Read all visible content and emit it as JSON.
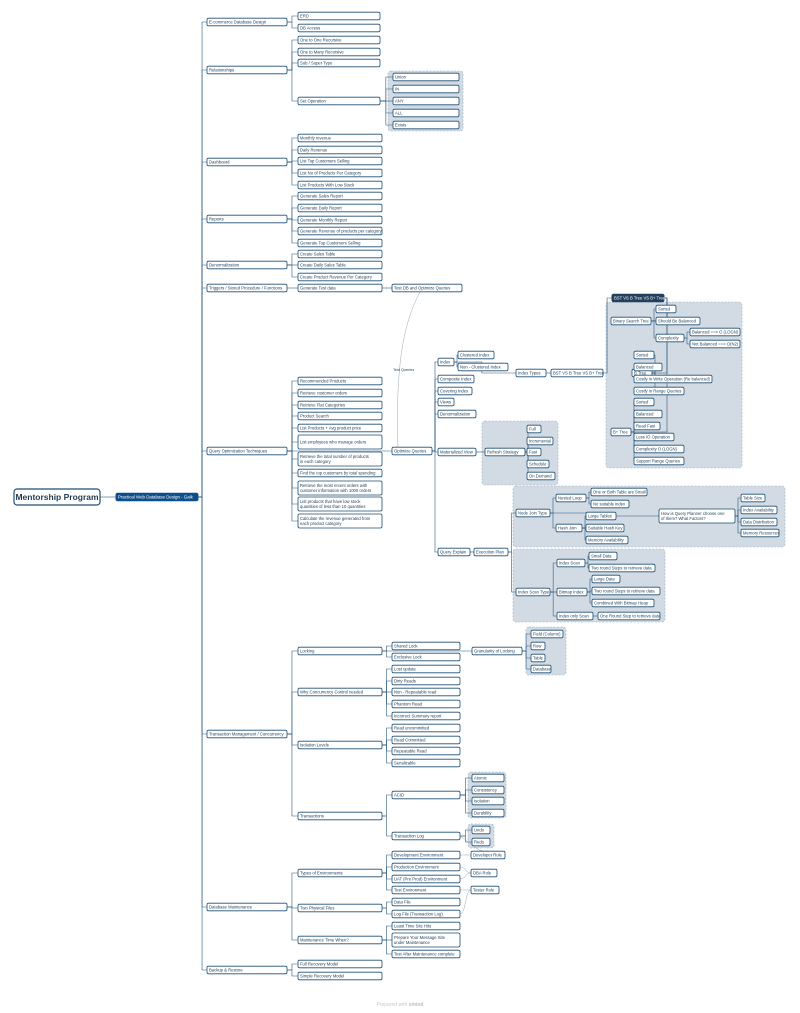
{
  "footer": {
    "prefix": "Prepared with",
    "brand": "xmind"
  },
  "root": {
    "id": "root",
    "label": "Mentorship Program"
  },
  "level1": {
    "id": "l1",
    "label": "Practical Web Database Design - Gaik"
  },
  "nodes": [
    {
      "id": "n1",
      "parent": "l1",
      "label": "E-commerce Database Design"
    },
    {
      "id": "n1a",
      "parent": "n1",
      "label": "ERD"
    },
    {
      "id": "n1b",
      "parent": "n1",
      "label": "DB Access"
    },
    {
      "id": "n2",
      "parent": "l1",
      "label": "Relationships"
    },
    {
      "id": "n2a",
      "parent": "n2",
      "label": "One to One Recursive"
    },
    {
      "id": "n2b",
      "parent": "n2",
      "label": "One to Many Recursive"
    },
    {
      "id": "n2c",
      "parent": "n2",
      "label": "Sub / Super Type"
    },
    {
      "id": "n2d",
      "parent": "n2",
      "label": "Set Operation"
    },
    {
      "id": "n2d1",
      "parent": "n2d",
      "label": "Union"
    },
    {
      "id": "n2d2",
      "parent": "n2d",
      "label": "IN"
    },
    {
      "id": "n2d3",
      "parent": "n2d",
      "label": "ANY"
    },
    {
      "id": "n2d4",
      "parent": "n2d",
      "label": "ALL"
    },
    {
      "id": "n2d5",
      "parent": "n2d",
      "label": "Exists"
    },
    {
      "id": "n3",
      "parent": "l1",
      "label": "Dashboard"
    },
    {
      "id": "n3a",
      "parent": "n3",
      "label": "Monthly revenue"
    },
    {
      "id": "n3b",
      "parent": "n3",
      "label": "Daily Revenue"
    },
    {
      "id": "n3c",
      "parent": "n3",
      "label": "List Top Customers Selling"
    },
    {
      "id": "n3d",
      "parent": "n3",
      "label": "List No of Products Per Category"
    },
    {
      "id": "n3e",
      "parent": "n3",
      "label": "List Products With Low Stock"
    },
    {
      "id": "n4",
      "parent": "l1",
      "label": "Reports"
    },
    {
      "id": "n4a",
      "parent": "n4",
      "label": "Generate Sales Report"
    },
    {
      "id": "n4b",
      "parent": "n4",
      "label": "Generate Daily Report"
    },
    {
      "id": "n4c",
      "parent": "n4",
      "label": "Generate Monthly Report"
    },
    {
      "id": "n4d",
      "parent": "n4",
      "label": "Generate Revenue of products per category"
    },
    {
      "id": "n4e",
      "parent": "n4",
      "label": "Generate Top Customers Selling"
    },
    {
      "id": "n5",
      "parent": "l1",
      "label": "Denormalization"
    },
    {
      "id": "n5a",
      "parent": "n5",
      "label": "Create Sales Table"
    },
    {
      "id": "n5b",
      "parent": "n5",
      "label": "Create Daily Sales Table"
    },
    {
      "id": "n5c",
      "parent": "n5",
      "label": "Create Product Revenue Per Category"
    },
    {
      "id": "n6",
      "parent": "l1",
      "label": "Triggers / Stored Procedure / Functions"
    },
    {
      "id": "n6a",
      "parent": "n6",
      "label": "Generate Test data"
    },
    {
      "id": "n6a1",
      "parent": "n6a",
      "label": "Test DB and Optimize Queries"
    },
    {
      "id": "n7",
      "parent": "l1",
      "label": "Query Optimization Techniques"
    },
    {
      "id": "n7a",
      "parent": "n7",
      "label": "Recommended Products"
    },
    {
      "id": "n7b",
      "parent": "n7",
      "label": "Retrieve customer orders"
    },
    {
      "id": "n7c",
      "parent": "n7",
      "label": "Retrieve Flat Categories"
    },
    {
      "id": "n7d",
      "parent": "n7",
      "label": "Product Search"
    },
    {
      "id": "n7e",
      "parent": "n7",
      "label": "List Products + Avg product price"
    },
    {
      "id": "n7f",
      "parent": "n7",
      "label": "List employees who manage orders"
    },
    {
      "id": "n7g",
      "parent": "n7",
      "label": "Retrieve the total number of products in each category"
    },
    {
      "id": "n7h",
      "parent": "n7",
      "label": "Find the top customers by total spending"
    },
    {
      "id": "n7i",
      "parent": "n7",
      "label": "Retrieve the most recent orders with customer information with 1000 orders"
    },
    {
      "id": "n7j",
      "parent": "n7",
      "label": "List products that have low stock quantities of less than 10 quantities"
    },
    {
      "id": "n7k",
      "parent": "n7",
      "label": "Calculate the revenue generated from each product category"
    },
    {
      "id": "n7x",
      "parent": "n7",
      "label": "Optimize Queries"
    },
    {
      "id": "q1",
      "parent": "n7x",
      "label": "Index"
    },
    {
      "id": "q1a",
      "parent": "q1",
      "label": "Clustered Index"
    },
    {
      "id": "q1b",
      "parent": "q1",
      "label": "Non - Clustered Index"
    },
    {
      "id": "q1c",
      "parent": "q1",
      "label": "Index Types"
    },
    {
      "id": "q1d",
      "parent": "q1c",
      "label": "BST VS B Tree VS B+ Tree"
    },
    {
      "id": "b0",
      "parent": "q1d",
      "label": "BST VS B Tree VS B+ Tree"
    },
    {
      "id": "b1",
      "parent": "b0",
      "label": "Binary Search Tree"
    },
    {
      "id": "b1a",
      "parent": "b1",
      "label": "Sorted"
    },
    {
      "id": "b1b",
      "parent": "b1",
      "label": "Should Be Balanced"
    },
    {
      "id": "b1c",
      "parent": "b1",
      "label": "Complexity"
    },
    {
      "id": "b1c1",
      "parent": "b1c",
      "label": "Balanced ==> O (LOGN)"
    },
    {
      "id": "b1c2",
      "parent": "b1c",
      "label": "Not Balanced ==> O(N2)"
    },
    {
      "id": "b2",
      "parent": "b0",
      "label": "B Tree"
    },
    {
      "id": "b2a",
      "parent": "b2",
      "label": "Sorted"
    },
    {
      "id": "b2b",
      "parent": "b2",
      "label": "Balanced"
    },
    {
      "id": "b2c",
      "parent": "b2",
      "label": "Costly in Write Operation (Re balanced)"
    },
    {
      "id": "b2d",
      "parent": "b2",
      "label": "Costly in Range Queries"
    },
    {
      "id": "b3",
      "parent": "b0",
      "label": "B+ Tree"
    },
    {
      "id": "b3a",
      "parent": "b3",
      "label": "Sorted"
    },
    {
      "id": "b3b",
      "parent": "b3",
      "label": "Balanced"
    },
    {
      "id": "b3c",
      "parent": "b3",
      "label": "Read Fast"
    },
    {
      "id": "b3d",
      "parent": "b3",
      "label": "Less IO Operation"
    },
    {
      "id": "b3e",
      "parent": "b3",
      "label": "Complexity O (LOGN)"
    },
    {
      "id": "b3f",
      "parent": "b3",
      "label": "Support Range Queries"
    },
    {
      "id": "q2",
      "parent": "n7x",
      "label": "Composite Index"
    },
    {
      "id": "q3",
      "parent": "n7x",
      "label": "Covering Index"
    },
    {
      "id": "q4",
      "parent": "n7x",
      "label": "Views"
    },
    {
      "id": "q5",
      "parent": "n7x",
      "label": "Denormalization"
    },
    {
      "id": "q6",
      "parent": "n7x",
      "label": "Materialized View"
    },
    {
      "id": "q6a",
      "parent": "q6",
      "label": "Refresh Strategy"
    },
    {
      "id": "q6a1",
      "parent": "q6a",
      "label": "Full"
    },
    {
      "id": "q6a2",
      "parent": "q6a",
      "label": "Incremental"
    },
    {
      "id": "q6a3",
      "parent": "q6a",
      "label": "Fast"
    },
    {
      "id": "q6a4",
      "parent": "q6a",
      "label": "Schedule"
    },
    {
      "id": "q6a5",
      "parent": "q6a",
      "label": "On Demand"
    },
    {
      "id": "q7",
      "parent": "n7x",
      "label": "Query Explain"
    },
    {
      "id": "q7a",
      "parent": "q7",
      "label": "Execution Plan"
    },
    {
      "id": "j0",
      "parent": "q7a",
      "label": "Node Join Type"
    },
    {
      "id": "j1",
      "parent": "j0",
      "label": "Nested Loop"
    },
    {
      "id": "j1a",
      "parent": "j1",
      "label": "One or Both Table are Small"
    },
    {
      "id": "j1b",
      "parent": "j1",
      "label": "No suitable index"
    },
    {
      "id": "j2",
      "parent": "j0",
      "label": "Hash Join"
    },
    {
      "id": "j2a",
      "parent": "j2",
      "label": "Large Tables"
    },
    {
      "id": "j2b",
      "parent": "j2",
      "label": "Suitable Hash Key"
    },
    {
      "id": "j2c",
      "parent": "j2",
      "label": "Memory Availability"
    },
    {
      "id": "j3",
      "parent": "j0",
      "label": "How is Query Planner choose one of them? What Factors?"
    },
    {
      "id": "j3a",
      "parent": "j3",
      "label": "Table Size"
    },
    {
      "id": "j3b",
      "parent": "j3",
      "label": "Index Availability"
    },
    {
      "id": "j3c",
      "parent": "j3",
      "label": "Data Distribution"
    },
    {
      "id": "j3d",
      "parent": "j3",
      "label": "Memory Resources"
    },
    {
      "id": "s0",
      "parent": "q7a",
      "label": "Index Scan Type"
    },
    {
      "id": "s1",
      "parent": "s0",
      "label": "Index Scan"
    },
    {
      "id": "s1a",
      "parent": "s1",
      "label": "Small Data"
    },
    {
      "id": "s1b",
      "parent": "s1",
      "label": "Two round Steps to retrieve data"
    },
    {
      "id": "s2",
      "parent": "s0",
      "label": "Bitmap Index"
    },
    {
      "id": "s2a",
      "parent": "s2",
      "label": "Large Data"
    },
    {
      "id": "s2b",
      "parent": "s2",
      "label": "Two round Steps to retrieve data"
    },
    {
      "id": "s2c",
      "parent": "s2",
      "label": "Combined With Bitmap Heap"
    },
    {
      "id": "s3",
      "parent": "s0",
      "label": "Index only Scan"
    },
    {
      "id": "s3a",
      "parent": "s3",
      "label": "One Round Step to retrieve data"
    },
    {
      "id": "n8",
      "parent": "l1",
      "label": "Transaction Management / Concurrency"
    },
    {
      "id": "t1",
      "parent": "n8",
      "label": "Locking"
    },
    {
      "id": "t1a",
      "parent": "t1",
      "label": "Shared Lock"
    },
    {
      "id": "t1b",
      "parent": "t1",
      "label": "Exclusive Lock"
    },
    {
      "id": "t1c",
      "parent": "t1",
      "label": "Granularity of Locking"
    },
    {
      "id": "t1c1",
      "parent": "t1c",
      "label": "Field (Column)"
    },
    {
      "id": "t1c2",
      "parent": "t1c",
      "label": "Row"
    },
    {
      "id": "t1c3",
      "parent": "t1c",
      "label": "Table"
    },
    {
      "id": "t1c4",
      "parent": "t1c",
      "label": "Database"
    },
    {
      "id": "t2",
      "parent": "n8",
      "label": "Why Concurrency Control needed"
    },
    {
      "id": "t2a",
      "parent": "t2",
      "label": "Lost update"
    },
    {
      "id": "t2b",
      "parent": "t2",
      "label": "Dirty Reads"
    },
    {
      "id": "t2c",
      "parent": "t2",
      "label": "Non - Repeatable read"
    },
    {
      "id": "t2d",
      "parent": "t2",
      "label": "Phantom Read"
    },
    {
      "id": "t2e",
      "parent": "t2",
      "label": "Incorrect Summary report"
    },
    {
      "id": "t3",
      "parent": "n8",
      "label": "Isolation Levels"
    },
    {
      "id": "t3a",
      "parent": "t3",
      "label": "Read uncommitted"
    },
    {
      "id": "t3b",
      "parent": "t3",
      "label": "Read Committed"
    },
    {
      "id": "t3c",
      "parent": "t3",
      "label": "Repeatable Read"
    },
    {
      "id": "t3d",
      "parent": "t3",
      "label": "Serializable"
    },
    {
      "id": "t4",
      "parent": "n8",
      "label": "Transactions"
    },
    {
      "id": "t4a",
      "parent": "t4",
      "label": "ACID"
    },
    {
      "id": "t4a1",
      "parent": "t4a",
      "label": "Atomic"
    },
    {
      "id": "t4a2",
      "parent": "t4a",
      "label": "Consistency"
    },
    {
      "id": "t4a3",
      "parent": "t4a",
      "label": "Isolation"
    },
    {
      "id": "t4a4",
      "parent": "t4a",
      "label": "Durability"
    },
    {
      "id": "t4b",
      "parent": "t4",
      "label": "Transaction Log"
    },
    {
      "id": "t4b1",
      "parent": "t4b",
      "label": "Undo"
    },
    {
      "id": "t4b2",
      "parent": "t4b",
      "label": "Redo"
    },
    {
      "id": "n9",
      "parent": "l1",
      "label": "Database Maintenance"
    },
    {
      "id": "m1",
      "parent": "n9",
      "label": "Types of Environments"
    },
    {
      "id": "m1a",
      "parent": "m1",
      "label": "Development Environment"
    },
    {
      "id": "m1b",
      "parent": "m1",
      "label": "Production Environment"
    },
    {
      "id": "m1c",
      "parent": "m1",
      "label": "UAT (Pre Prod) Environment"
    },
    {
      "id": "m1d",
      "parent": "m1",
      "label": "Test Environment"
    },
    {
      "id": "m2",
      "parent": "n9",
      "label": "Two Physical Files"
    },
    {
      "id": "m2a",
      "parent": "m2",
      "label": "Data File"
    },
    {
      "id": "m2b",
      "parent": "m2",
      "label": "Log File (Transaction Log)"
    },
    {
      "id": "m3",
      "parent": "n9",
      "label": "Maintenance Time When?"
    },
    {
      "id": "m3a",
      "parent": "m3",
      "label": "Least Time Site Hits"
    },
    {
      "id": "m3b",
      "parent": "m3",
      "label": "Prepare Your Message Site under Maintenance"
    },
    {
      "id": "m3c",
      "parent": "m3",
      "label": "Test After Maintenance complete"
    },
    {
      "id": "n10",
      "parent": "l1",
      "label": "Backup & Restore"
    },
    {
      "id": "n10a",
      "parent": "n10",
      "label": "Full Recovery Model"
    },
    {
      "id": "n10b",
      "parent": "n10",
      "label": "Simple Recovery Model"
    }
  ],
  "floating": [
    {
      "id": "f1",
      "label": "Developer Role"
    },
    {
      "id": "f2",
      "label": "DBA Role"
    },
    {
      "id": "f3",
      "label": "Tester Role"
    }
  ],
  "relationships": [
    {
      "id": "r1",
      "label": "Test Queries"
    }
  ]
}
